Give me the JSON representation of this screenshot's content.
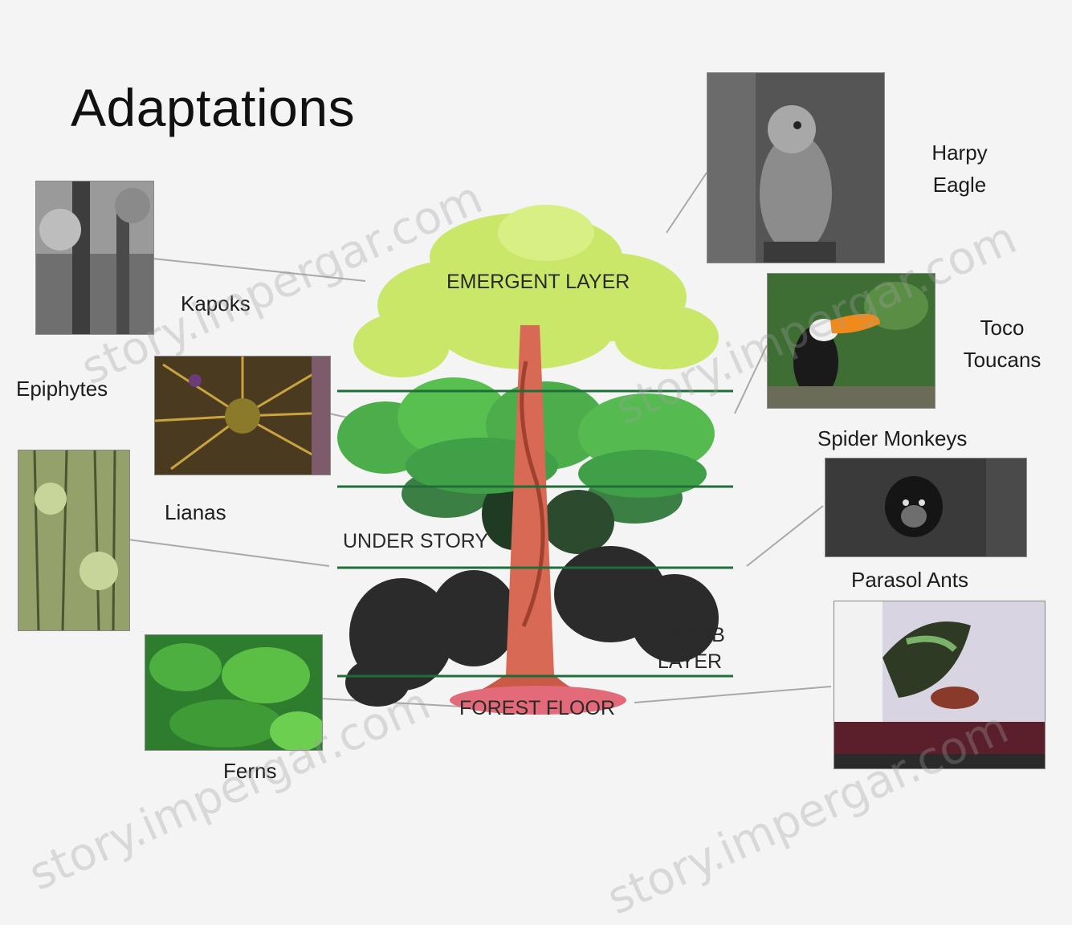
{
  "title": "Adaptations",
  "diagram": {
    "layers": [
      {
        "id": "emergent",
        "label": "EMERGENT LAYER"
      },
      {
        "id": "understory",
        "label": "UNDER STORY"
      },
      {
        "id": "shrub",
        "label": "SHRUB LAYER"
      },
      {
        "id": "floor",
        "label": "FOREST FLOOR"
      }
    ]
  },
  "plants": [
    {
      "id": "kapoks",
      "label": "Kapoks"
    },
    {
      "id": "epiphytes",
      "label": "Epiphytes"
    },
    {
      "id": "lianas",
      "label": "Lianas"
    },
    {
      "id": "ferns",
      "label": "Ferns"
    }
  ],
  "animals": [
    {
      "id": "harpy-eagle",
      "label": "Harpy Eagle"
    },
    {
      "id": "toco-toucans",
      "label": "Toco Toucans"
    },
    {
      "id": "spider-monkeys",
      "label": "Spider Monkeys"
    },
    {
      "id": "parasol-ants",
      "label": "Parasol Ants"
    }
  ],
  "watermark": "story.impergar.com",
  "colors": {
    "emergent": "#c9e86a",
    "canopy": "#4fb84f",
    "understory": "#2f8a3c",
    "shrub": "#2b2b2b",
    "trunk": "#d86a55",
    "floor": "#e36a78",
    "divider": "#1f6e3a"
  }
}
